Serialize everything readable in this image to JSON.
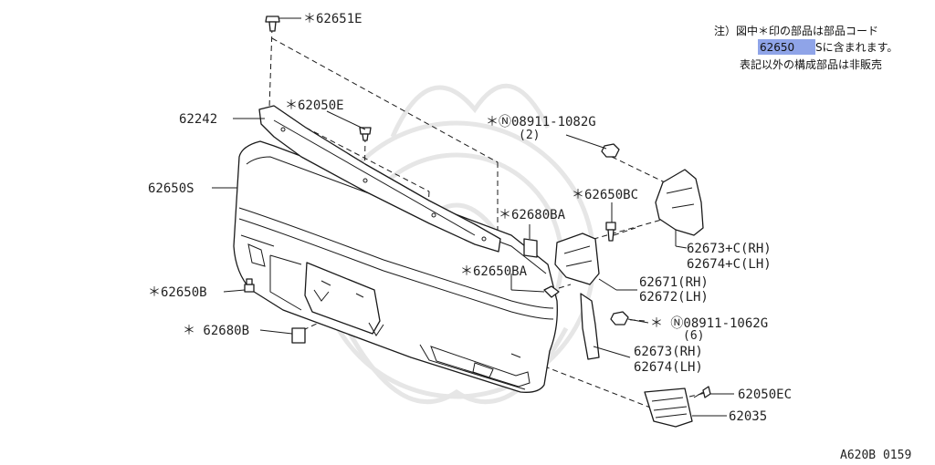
{
  "note": {
    "line1": "注）図中＊印の部品は部品コード",
    "highlight": "62650",
    "line2_rest": "Sに含まれます。",
    "line3": "表記以外の構成部品は非販売"
  },
  "labels": {
    "p62651E": "＊62651E",
    "p62242": "62242",
    "p62050E": "＊62050E",
    "p62650S": "62650S",
    "p08911_1082G": "＊Ⓝ08911-1082G",
    "p08911_1082G_qty": "(2)",
    "p62650BC": "＊62650BC",
    "p62680BA": "＊62680BA",
    "p62673C_RH": "62673+C(RH)",
    "p62674C_LH": "62674+C(LH)",
    "p62650BA": "＊62650BA",
    "p62671_RH": "62671(RH)",
    "p62672_LH": "62672(LH)",
    "p62650B": "＊62650B",
    "p08911_1062G": "＊ Ⓝ08911-1062G",
    "p08911_1062G_qty": "(6)",
    "p62680B": "＊ 62680B",
    "p62673_RH": "62673(RH)",
    "p62674_LH": "62674(LH)",
    "p62050EC": "62050EC",
    "p62035": "62035"
  },
  "figure_code": "A620B 0159",
  "colors": {
    "highlight": "#8fa4e8",
    "ink": "#1a1a1a"
  }
}
